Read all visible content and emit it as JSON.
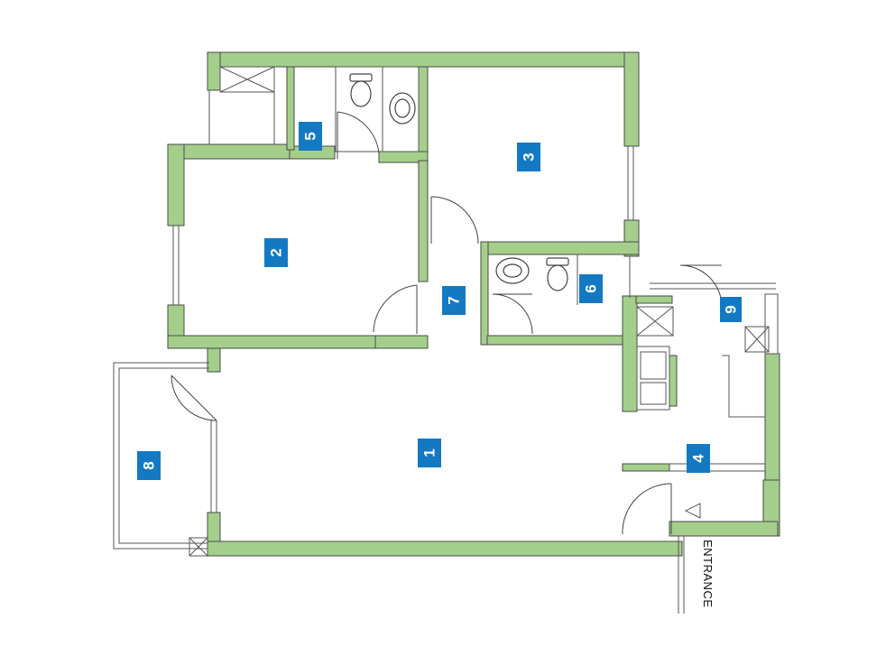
{
  "colors": {
    "wall": "#a4cf8b",
    "badge": "#1479c3"
  },
  "rooms": [
    {
      "id": "room-1",
      "label": "1"
    },
    {
      "id": "room-2",
      "label": "2"
    },
    {
      "id": "room-3",
      "label": "3"
    },
    {
      "id": "room-4",
      "label": "4"
    },
    {
      "id": "room-5",
      "label": "5"
    },
    {
      "id": "room-6",
      "label": "6"
    },
    {
      "id": "room-7",
      "label": "7"
    },
    {
      "id": "room-8",
      "label": "8"
    },
    {
      "id": "room-9",
      "label": "9"
    }
  ],
  "entrance_label": "ENTRANCE"
}
